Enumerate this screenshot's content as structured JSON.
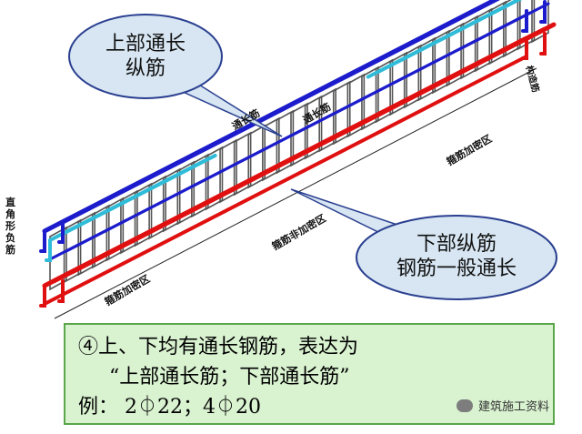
{
  "callouts": {
    "top": [
      "上部通长",
      "纵筋"
    ],
    "bottom": [
      "下部纵筋",
      "钢筋一般通长"
    ]
  },
  "labels": {
    "left_side": "直角形负筋",
    "right_top": "构造筋",
    "through_1": "通长筋",
    "through_2": "通长筋",
    "dense_right": "箍筋加密区",
    "non_dense": "箍筋非加密区",
    "dense_left": "箍筋加密区"
  },
  "note": {
    "line1": "④上、下均有通长钢筋，表达为",
    "line2": "“上部通长筋；下部通长筋”",
    "line3": "例：  2⏀22；4⏀20"
  },
  "watermark": "建筑施工资料",
  "colors": {
    "top_bar": "#1c1ccc",
    "top_bar_light": "#2fbcd8",
    "bottom_bar": "#e01010",
    "stirrup": "#555555",
    "callout_fill": "#d7e6f2",
    "callout_stroke": "#2a3f90",
    "note_fill": "#d9f2d0",
    "note_border": "#5aa64a"
  }
}
